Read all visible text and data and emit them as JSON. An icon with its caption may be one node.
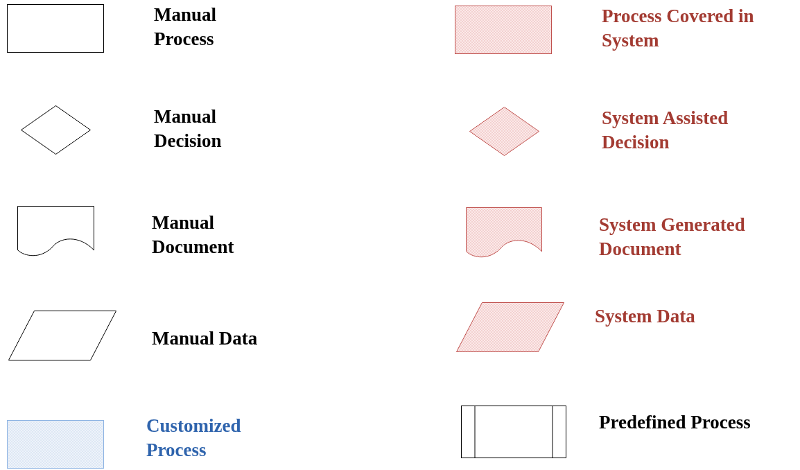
{
  "diagram": {
    "nodes": [
      {
        "text": [],
        "shape": "box",
        "beside": [
          "Manual Process"
        ]
      },
      {
        "text": [],
        "shape": "box",
        "beside": [
          "Process Covered in System"
        ]
      },
      {
        "text": [],
        "shape": "diamond",
        "beside": [
          "Manual Decision"
        ]
      },
      {
        "text": [],
        "shape": "diamond",
        "beside": [
          "System Assisted Decision"
        ]
      },
      {
        "text": [],
        "shape": "document",
        "beside": [
          "Manual Document"
        ]
      },
      {
        "text": [],
        "shape": "document",
        "beside": [
          "System Generated Document"
        ]
      },
      {
        "text": [],
        "shape": "parallelogram",
        "beside": [
          "Manual Data"
        ]
      },
      {
        "text": [],
        "shape": "parallelogram",
        "beside": [
          "System Data"
        ]
      },
      {
        "text": [],
        "shape": "box",
        "beside": [
          "Customized Process"
        ]
      },
      {
        "text": [],
        "shape": "box",
        "beside": [
          "Predefined Process"
        ]
      }
    ]
  }
}
